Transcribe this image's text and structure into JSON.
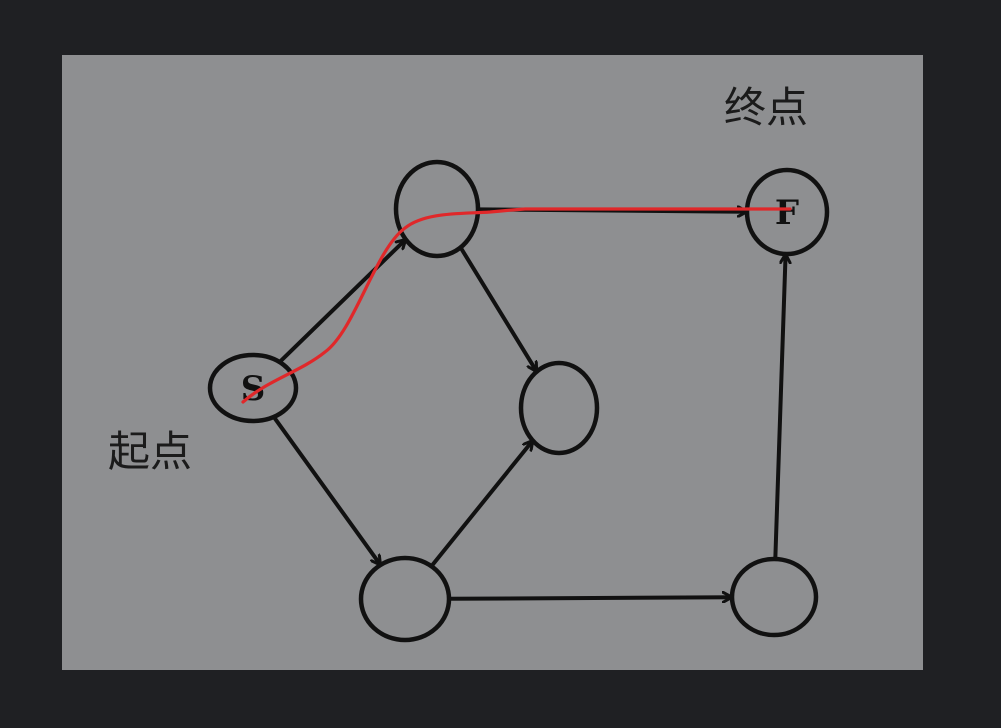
{
  "diagram": {
    "start_label": "起点",
    "end_label": "终点",
    "nodes": [
      {
        "id": "S",
        "label": "S"
      },
      {
        "id": "A",
        "label": ""
      },
      {
        "id": "B",
        "label": ""
      },
      {
        "id": "C",
        "label": ""
      },
      {
        "id": "D",
        "label": ""
      },
      {
        "id": "F",
        "label": "F"
      }
    ],
    "edges": [
      {
        "from": "S",
        "to": "A"
      },
      {
        "from": "S",
        "to": "C"
      },
      {
        "from": "A",
        "to": "F"
      },
      {
        "from": "A",
        "to": "B"
      },
      {
        "from": "C",
        "to": "B"
      },
      {
        "from": "C",
        "to": "D"
      },
      {
        "from": "D",
        "to": "F"
      }
    ],
    "highlighted_path": [
      "S",
      "A",
      "F"
    ],
    "colors": {
      "background": "#1f2023",
      "paper": "#8e8f91",
      "ink": "#111111",
      "path": "#e0282a"
    }
  }
}
